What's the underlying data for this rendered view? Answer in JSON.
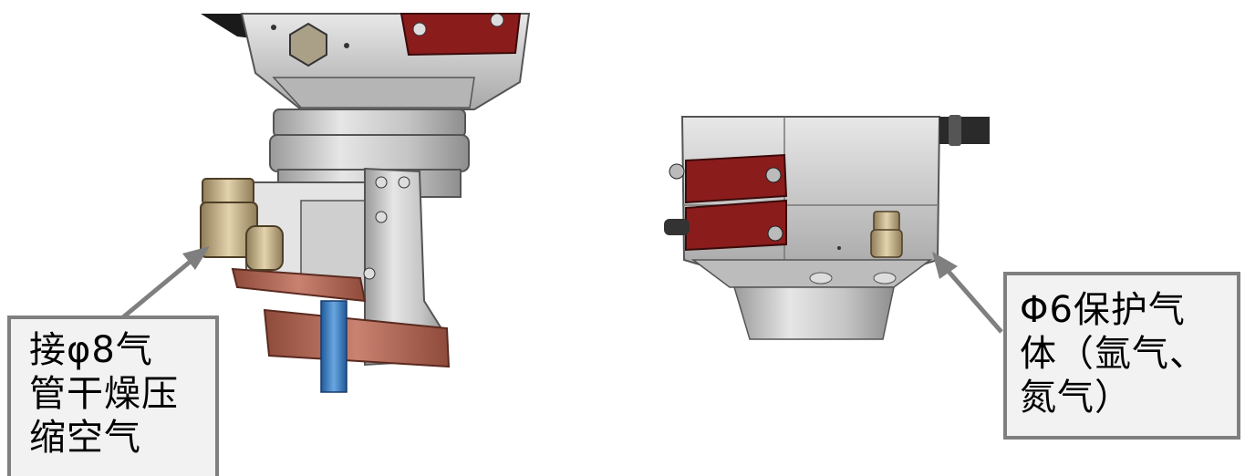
{
  "callouts": {
    "left": {
      "lines": [
        "接φ8气",
        "管干燥压",
        "缩空气"
      ]
    },
    "right": {
      "lines": [
        "Φ6保护气",
        "体（氩气、",
        "氮气）"
      ]
    }
  },
  "colors": {
    "arrow": "#7f7f7f",
    "callout_fill": "#f2f2f2",
    "metal": "#c8c8c8",
    "red_plate": "#8b1c1c",
    "copper": "#b86a55",
    "brass": "#c9b48a",
    "blue_tube": "#3d7ec4"
  }
}
